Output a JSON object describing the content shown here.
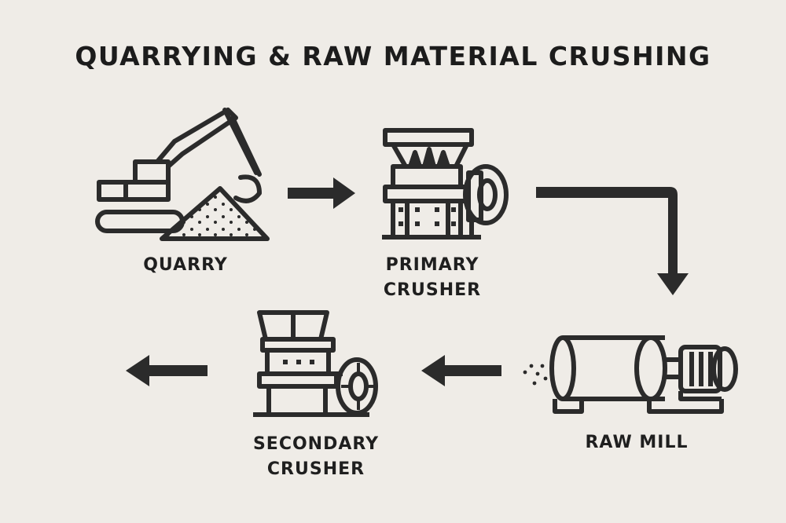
{
  "title": "QUARRYING & RAW MATERIAL CRUSHING",
  "stages": {
    "quarry": {
      "label": "QUARRY",
      "icon": "excavator-icon"
    },
    "primary_crusher": {
      "label_line1": "PRIMARY",
      "label_line2": "CRUSHER",
      "icon": "jaw-crusher-icon"
    },
    "raw_mill": {
      "label": "RAW MILL",
      "icon": "ball-mill-icon"
    },
    "secondary_crusher": {
      "label_line1": "SECONDARY",
      "label_line2": "CRUSHER",
      "icon": "crusher-icon"
    }
  },
  "colors": {
    "background": "#efece7",
    "ink": "#2b2b2b"
  }
}
